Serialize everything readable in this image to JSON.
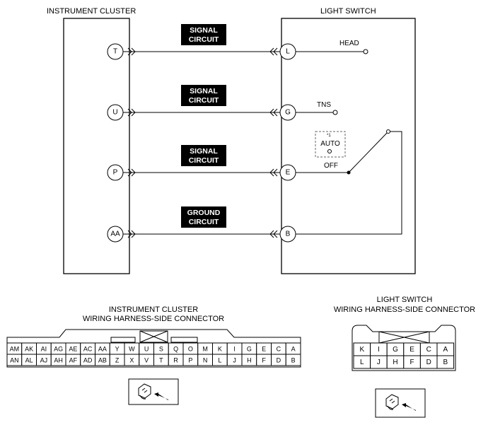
{
  "titles": {
    "instrument_cluster": "INSTRUMENT CLUSTER",
    "light_switch": "LIGHT SWITCH"
  },
  "circuits": [
    {
      "from": "T",
      "to": "L",
      "label_line1": "SIGNAL",
      "label_line2": "CIRCUIT"
    },
    {
      "from": "U",
      "to": "G",
      "label_line1": "SIGNAL",
      "label_line2": "CIRCUIT"
    },
    {
      "from": "P",
      "to": "E",
      "label_line1": "SIGNAL",
      "label_line2": "CIRCUIT"
    },
    {
      "from": "AA",
      "to": "B",
      "label_line1": "GROUND",
      "label_line2": "CIRCUIT"
    }
  ],
  "switch_terminals": {
    "head": "HEAD",
    "tns": "TNS",
    "auto_note": "*1",
    "auto": "AUTO",
    "off": "OFF"
  },
  "ic_connector": {
    "title_line1": "INSTRUMENT CLUSTER",
    "title_line2": "WIRING HARNESS-SIDE CONNECTOR",
    "row1": [
      "AM",
      "AK",
      "AI",
      "AG",
      "AE",
      "AC",
      "AA",
      "Y",
      "W",
      "U",
      "S",
      "Q",
      "O",
      "M",
      "K",
      "I",
      "G",
      "E",
      "C",
      "A"
    ],
    "row2": [
      "AN",
      "AL",
      "AJ",
      "AH",
      "AF",
      "AD",
      "AB",
      "Z",
      "X",
      "V",
      "T",
      "R",
      "P",
      "N",
      "L",
      "J",
      "H",
      "F",
      "D",
      "B"
    ]
  },
  "ls_connector": {
    "title_line1": "LIGHT SWITCH",
    "title_line2": "WIRING HARNESS-SIDE CONNECTOR",
    "row1": [
      "K",
      "I",
      "G",
      "E",
      "C",
      "A"
    ],
    "row2": [
      "L",
      "J",
      "H",
      "F",
      "D",
      "B"
    ]
  },
  "colors": {
    "line": "#000000",
    "label_box": "#000000",
    "label_text": "#ffffff",
    "dashed": "#666666"
  }
}
